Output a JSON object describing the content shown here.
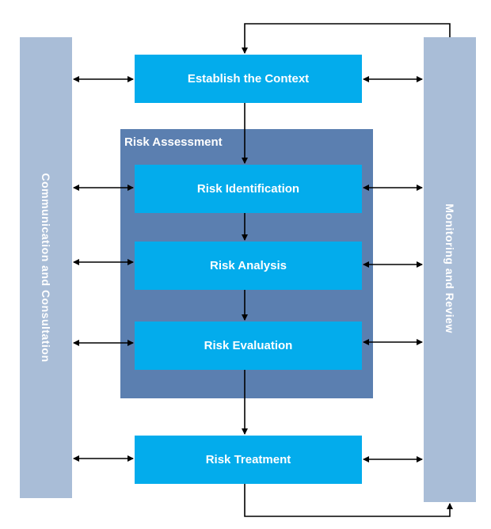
{
  "diagram": {
    "left_bar_label": "Communication and Consultation",
    "right_bar_label": "Monitoring and Review",
    "group_label": "Risk Assessment",
    "steps": [
      {
        "id": "context",
        "label": "Establish the Context"
      },
      {
        "id": "identification",
        "label": "Risk Identification"
      },
      {
        "id": "analysis",
        "label": "Risk Analysis"
      },
      {
        "id": "evaluation",
        "label": "Risk Evaluation"
      },
      {
        "id": "treatment",
        "label": "Risk Treatment"
      }
    ],
    "colors": {
      "side_bar": "#a9bdd7",
      "group_box": "#5b7fb0",
      "step_box": "#03acec",
      "arrow": "#000000"
    }
  }
}
